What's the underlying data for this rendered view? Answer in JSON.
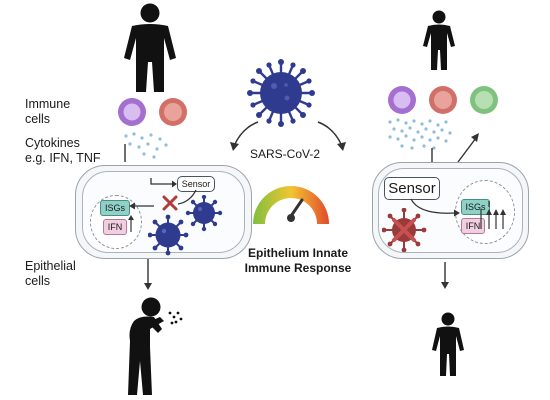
{
  "left_panel": {
    "immune_cells_label": "Immune\ncells",
    "cytokines_label": "Cytokines\ne.g. IFN, TNF",
    "epithelial_cells_label": "Epithelial\ncells",
    "sensor_label": "Sensor",
    "isgs_label": "ISGs",
    "ifn_label": "IFN"
  },
  "center_panel": {
    "virus_label": "SARS-CoV-2",
    "response_title": "Epithelium Innate\nImmune Response"
  },
  "right_panel": {
    "sensor_label": "Sensor",
    "isgs_label": "ISGs",
    "ifn_label": "IFN"
  },
  "colors": {
    "immune_purple": "#a46fd0",
    "immune_red": "#d07068",
    "immune_green": "#7fc27f",
    "cytokine_dots": "#8fbddb",
    "virus_blue": "#2f3b8f",
    "virus_inhibited": "#9b3a3a",
    "inhibit_x": "#b23a3a",
    "gauge_red": "#e24a2e",
    "gauge_yellow": "#f2c530",
    "gauge_green": "#7fbf3f"
  },
  "icons": [
    "person-icon",
    "sick-person-icon",
    "virus-icon",
    "gauge-icon",
    "arrow-icon"
  ]
}
